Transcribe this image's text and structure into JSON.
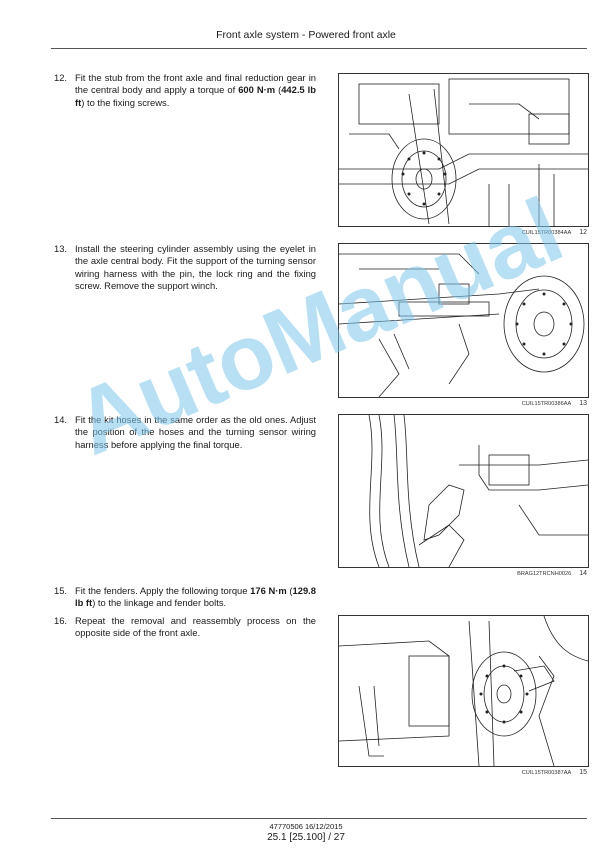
{
  "header": {
    "title": "Front axle system - Powered front axle"
  },
  "steps": [
    {
      "number": "12.",
      "parts": [
        "Fit the stub from the front axle and final reduction gear in the central body and apply a torque of ",
        "600 N·m",
        " (",
        "442.5 lb ft",
        ") to the fixing screws."
      ]
    },
    {
      "number": "13.",
      "parts": [
        "Install the steering cylinder assembly using the eyelet in the axle central body. Fit the support of the turning sensor wiring harness with the pin, the lock ring and the fixing screw. Remove the support winch."
      ]
    },
    {
      "number": "14.",
      "parts": [
        "Fit the kit hoses in the same order as the old ones. Adjust the position of the hoses and the turning sensor wiring harness before applying the final torque."
      ]
    },
    {
      "number": "15.",
      "parts": [
        "Fit the fenders. Apply the following torque ",
        "176 N·m",
        " (",
        "129.8 lb ft",
        ") to the linkage and fender bolts."
      ]
    },
    {
      "number": "16.",
      "parts": [
        "Repeat the removal and reassembly process on the opposite side of the front axle."
      ]
    }
  ],
  "figures": [
    {
      "code": "CUIL15TR00384AA",
      "number": "12"
    },
    {
      "code": "CUIL15TR00386AA",
      "number": "13"
    },
    {
      "code": "BRAG12TRCNH0026",
      "number": "14"
    },
    {
      "code": "CUIL15TR00387AA",
      "number": "15"
    }
  ],
  "watermark": "AutoManual",
  "footer": {
    "doc_ref": "47770506 16/12/2015",
    "page_ref": "25.1 [25.100] / 27"
  }
}
